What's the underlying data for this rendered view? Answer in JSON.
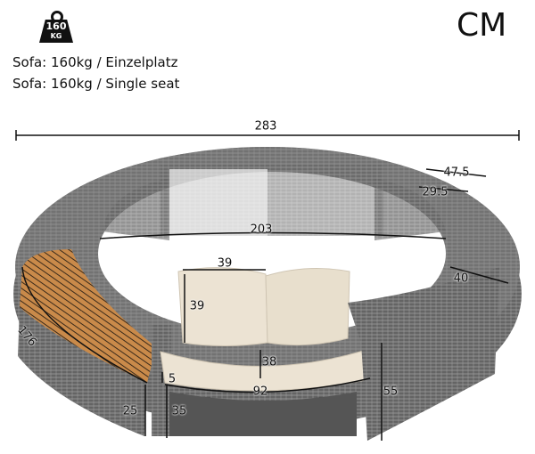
{
  "weight_badge": {
    "icon": "weight-icon",
    "value": "160",
    "unit": "KG"
  },
  "unit_label": "CM",
  "specs": [
    "Sofa: 160kg / Einzelplatz",
    "Sofa: 160kg / Single seat"
  ],
  "dimensions": {
    "overall_width": "283",
    "top_depth": "47.5",
    "seat_depth": "29.5",
    "inner_diameter": "203",
    "ring_width": "40",
    "cushion_width": "39",
    "cushion_height": "39",
    "seat_height_inner": "38",
    "sofa_width": "92",
    "gap": "5",
    "arc_length": "176",
    "bench_height": "25",
    "sofa_leg_height": "35",
    "total_height": "55"
  },
  "colors": {
    "wicker": "#6f6f6f",
    "wood": "#c98a4a",
    "cushion": "#ece3d3"
  }
}
